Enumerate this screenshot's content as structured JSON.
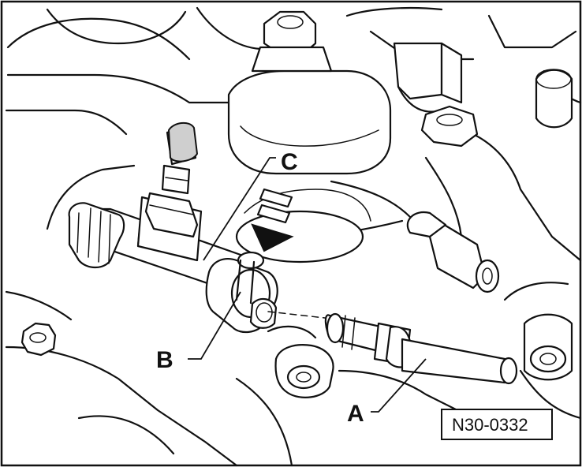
{
  "callouts": {
    "a": "A",
    "b": "B",
    "c": "C"
  },
  "reference_code": "N30-0332"
}
